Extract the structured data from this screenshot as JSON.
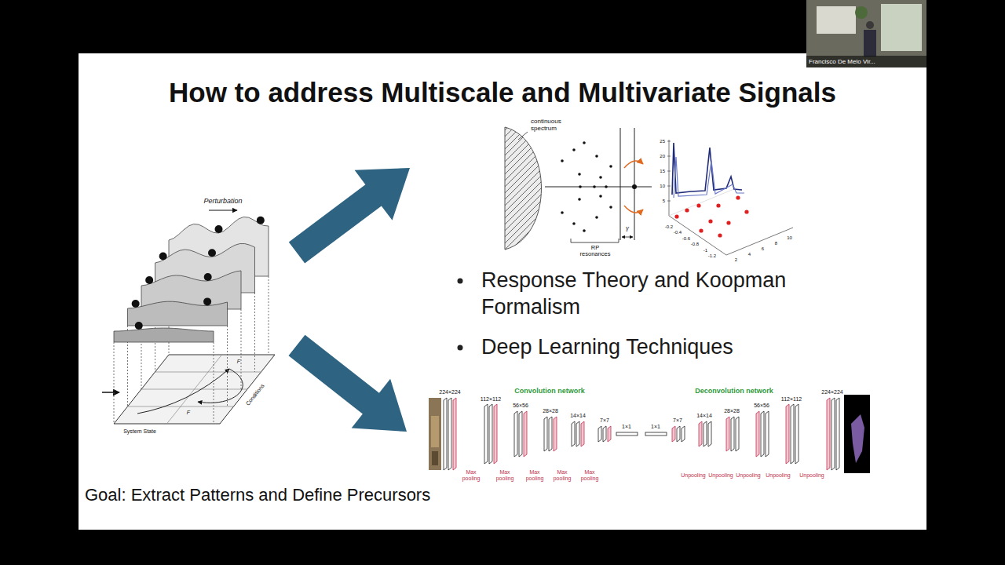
{
  "diagram": {
    "title": "How to address Multiscale and Multivariate Signals",
    "labels": [
      "Francisco De Melo Vir...",
      "Perturbation",
      "F",
      "F",
      "System State",
      "Conditions",
      "continuous spectrum",
      "RP resonances",
      "γ",
      "25",
      "20",
      "15",
      "10",
      "5",
      "-0.2",
      "-0.4",
      "-0.6",
      "-0.8",
      "-1",
      "-1.2",
      "2",
      "4",
      "6",
      "8",
      "10",
      "Response Theory and Koopman Formalism",
      "Deep Learning Techniques",
      "224×224",
      "112×112",
      "56×56",
      "28×28",
      "14×14",
      "7×7",
      "1×1",
      "1×1",
      "7×7",
      "14×14",
      "28×28",
      "56×56",
      "112×112",
      "224×224",
      "Convolution network",
      "Deconvolution network",
      "Max pooling",
      "Max pooling",
      "Max pooling",
      "Max pooling",
      "Max pooling",
      "Unpooling",
      "Unpooling",
      "Unpooling",
      "Unpooling",
      "Unpooling",
      "Goal: Extract Patterns and Define Precursors"
    ]
  }
}
